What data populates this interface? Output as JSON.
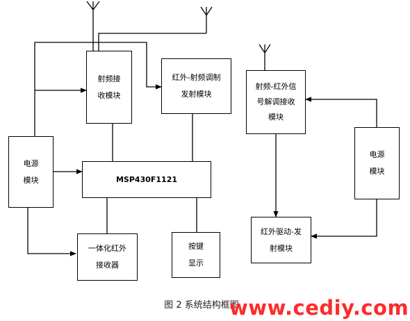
{
  "diagram": {
    "rf_receiver": {
      "line1": "射频接",
      "line2": "收模块"
    },
    "ir_rf_modulator": {
      "line1": "红外-射频调制",
      "line2": "发射模块"
    },
    "rf_ir_demodulator": {
      "line1": "射频-红外信",
      "line2": "号解调接收",
      "line3": "模块"
    },
    "power_left": {
      "line1": "电源",
      "line2": "模块"
    },
    "mcu": {
      "label": "MSP430F1121"
    },
    "power_right": {
      "line1": "电源",
      "line2": "模块"
    },
    "ir_receiver": {
      "line1": "一体化红外",
      "line2": "接收器"
    },
    "keys_display": {
      "line1": "按键",
      "line2": "显示"
    },
    "ir_driver": {
      "line1": "红外驱动-发",
      "line2": "射模块"
    }
  },
  "caption": "图 2 系统结构框图",
  "watermark": "www.cediy.com",
  "colors": {
    "line": "#000000",
    "watermark": "#ff2a2a"
  }
}
